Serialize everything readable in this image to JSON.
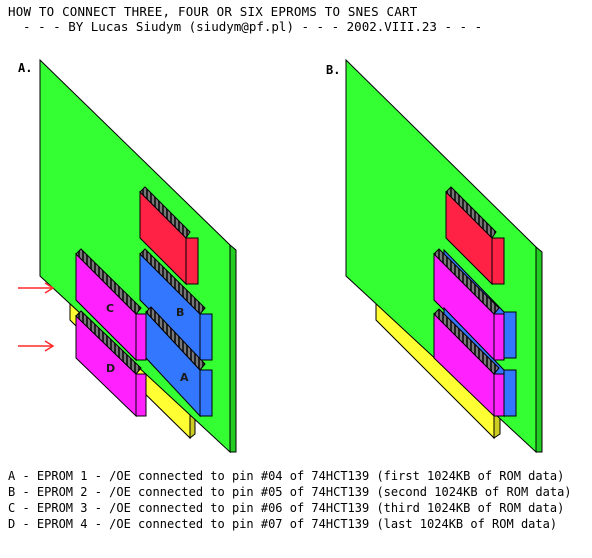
{
  "header": {
    "title": "HOW TO CONNECT THREE, FOUR OR SIX EPROMS TO SNES CART",
    "subtitle": "  - - - BY Lucas Siudym (siudym@pf.pl) - - - 2002.VIII.23 - - -"
  },
  "panels": [
    {
      "label": "A.",
      "chip_letters": [
        "C",
        "B",
        "D",
        "A"
      ]
    },
    {
      "label": "B."
    }
  ],
  "legend": [
    "A - EPROM 1 - /OE connected to pin #04 of 74HCT139 (first 1024KB of ROM data)",
    "B - EPROM 2 - /OE connected to pin #05 of 74HCT139 (second 1024KB of ROM data)",
    "C - EPROM 3 - /OE connected to pin #06 of 74HCT139 (third 1024KB of ROM data)",
    "D - EPROM 4 - /OE connected to pin #07 of 74HCT139 (last 1024KB of ROM data)"
  ],
  "colors": {
    "board": "#33ff33",
    "edge_connector": "#ffff33",
    "eprom_red": "#ff2244",
    "eprom_blue": "#3377ff",
    "eprom_magenta": "#ff22ff",
    "arrow": "#ff2a2a",
    "outline": "#000000"
  }
}
